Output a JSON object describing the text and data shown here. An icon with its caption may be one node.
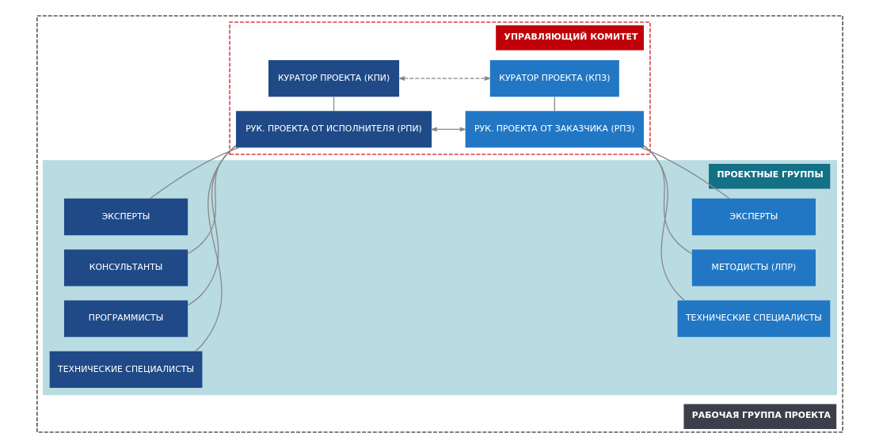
{
  "diagram": {
    "nodes": [
      {
        "text": [
          "РАБОЧАЯ ГРУППА ПРОЕКТА"
        ]
      },
      {
        "text": [
          "УПРАВЛЯЮЩИЙ КОМИТЕТ"
        ],
        "in": 0
      },
      {
        "text": [
          "КУРАТОР ПРОЕКТА (КПИ)"
        ],
        "in": 1
      },
      {
        "text": [
          "КУРАТОР ПРОЕКТА (КПЗ)"
        ],
        "in": 1
      },
      {
        "text": [
          "РУК. ПРОЕКТА ОТ ИСПОЛНИТЕЛЯ (РПИ)"
        ],
        "in": 1
      },
      {
        "text": [
          "РУК. ПРОЕКТА ОТ ЗАКАЗЧИКА (РПЗ)"
        ],
        "in": 1
      },
      {
        "text": [
          "ПРОЕКТНЫЕ ГРУППЫ"
        ],
        "in": 0
      },
      {
        "text": [
          "ЭКСПЕРТЫ"
        ],
        "in": 6
      },
      {
        "text": [
          "КОНСУЛЬТАНТЫ"
        ],
        "in": 6
      },
      {
        "text": [
          "ПРОГРАММИСТЫ"
        ],
        "in": 6
      },
      {
        "text": [
          "ТЕХНИЧЕСКИЕ СПЕЦИАЛИСТЫ"
        ],
        "in": 6
      },
      {
        "text": [
          "ЭКСПЕРТЫ"
        ],
        "in": 6
      },
      {
        "text": [
          "МЕТОДИСТЫ (ЛПР)"
        ],
        "in": 6
      },
      {
        "text": [
          "ТЕХНИЧЕСКИЕ СПЕЦИАЛИСТЫ"
        ],
        "in": 6
      }
    ],
    "edges": [
      {
        "from": 2,
        "to": 3,
        "arrow": "both",
        "style": "dashed"
      },
      {
        "from": 2,
        "to": 4,
        "arrow": "none"
      },
      {
        "from": 3,
        "to": 5,
        "arrow": "none"
      },
      {
        "from": 4,
        "to": 5,
        "arrow": "both"
      },
      {
        "from": 7,
        "to": 4,
        "arrow": "none"
      },
      {
        "from": 8,
        "to": 4,
        "arrow": "none"
      },
      {
        "from": 9,
        "to": 4,
        "arrow": "none"
      },
      {
        "from": 10,
        "to": 4,
        "arrow": "none"
      },
      {
        "from": 5,
        "to": 11,
        "arrow": "none"
      },
      {
        "from": 5,
        "to": 12,
        "arrow": "none"
      },
      {
        "from": 5,
        "to": 13,
        "arrow": "none"
      }
    ]
  }
}
